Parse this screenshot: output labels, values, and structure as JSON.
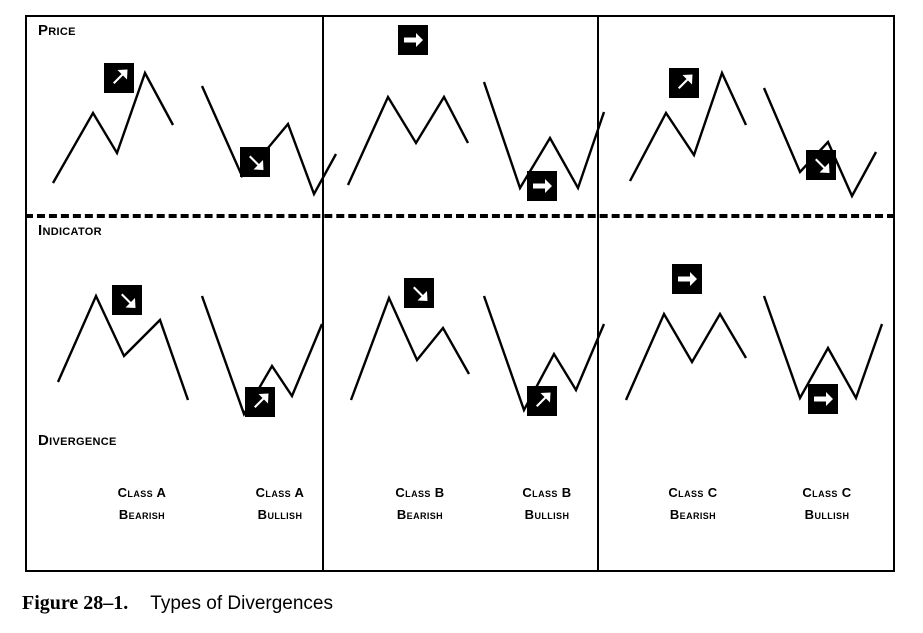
{
  "figure": {
    "number_label": "Figure 28–1.",
    "title": "Types of Divergences"
  },
  "rows": {
    "price_label": "Price",
    "indicator_label": "Indicator",
    "divergence_label": "Divergence"
  },
  "columns": [
    {
      "id": "class-a",
      "cases": [
        {
          "id": "class-a-bearish",
          "line1": "Class A",
          "line2": "Bearish"
        },
        {
          "id": "class-a-bullish",
          "line1": "Class A",
          "line2": "Bullish"
        }
      ]
    },
    {
      "id": "class-b",
      "cases": [
        {
          "id": "class-b-bearish",
          "line1": "Class B",
          "line2": "Bearish"
        },
        {
          "id": "class-b-bullish",
          "line1": "Class B",
          "line2": "Bullish"
        }
      ]
    },
    {
      "id": "class-c",
      "cases": [
        {
          "id": "class-c-bearish",
          "line1": "Class C",
          "line2": "Bearish"
        },
        {
          "id": "class-c-bullish",
          "line1": "Class C",
          "line2": "Bullish"
        }
      ]
    }
  ],
  "chart_data": {
    "type": "line",
    "title": "Types of Divergences",
    "description": "Six paired price/indicator zigzag schematics illustrating Class A, B and C bearish and bullish divergences. Each mini-plot is an unscaled polyline; coordinates are in local cell units (0-150 x, 0-130 y, y increasing downward). Arrow badges mark the slope of the line joining the two relevant swing points.",
    "grid": false,
    "legend": false,
    "axis_visible": false,
    "arrow_semantics": {
      "up-right": "higher high / higher low (rising swing slope)",
      "down-right": "lower high / lower low (falling swing slope)",
      "right": "equal high / equal low (flat swing slope)"
    },
    "panels": [
      {
        "id": "price-class-a-bearish",
        "row": "Price",
        "case": "Class A Bearish",
        "points": [
          [
            8,
            128
          ],
          [
            48,
            58
          ],
          [
            72,
            98
          ],
          [
            100,
            18
          ],
          [
            128,
            70
          ]
        ],
        "arrow": "up-right",
        "arrow_meaning": "price makes a higher high"
      },
      {
        "id": "price-class-a-bullish",
        "row": "Price",
        "case": "Class A Bullish",
        "points": [
          [
            6,
            14
          ],
          [
            46,
            104
          ],
          [
            72,
            76
          ],
          [
            92,
            52
          ],
          [
            118,
            122
          ],
          [
            140,
            82
          ]
        ],
        "arrow": "down-right",
        "arrow_meaning": "price makes a lower low"
      },
      {
        "id": "indicator-class-a-bearish",
        "row": "Indicator",
        "case": "Class A Bearish",
        "points": [
          [
            8,
            110
          ],
          [
            46,
            24
          ],
          [
            74,
            84
          ],
          [
            110,
            48
          ],
          [
            138,
            128
          ]
        ],
        "arrow": "down-right",
        "arrow_meaning": "indicator makes a lower high"
      },
      {
        "id": "indicator-class-a-bullish",
        "row": "Indicator",
        "case": "Class A Bullish",
        "points": [
          [
            6,
            14
          ],
          [
            48,
            132
          ],
          [
            76,
            84
          ],
          [
            96,
            114
          ],
          [
            126,
            42
          ]
        ],
        "arrow": "up-right",
        "arrow_meaning": "indicator makes a higher low"
      },
      {
        "id": "price-class-b-bearish",
        "row": "Price",
        "case": "Class B Bearish",
        "points": [
          [
            6,
            130
          ],
          [
            46,
            42
          ],
          [
            74,
            88
          ],
          [
            102,
            42
          ],
          [
            126,
            88
          ]
        ],
        "arrow": "right",
        "arrow_meaning": "price makes an equal high (double top)"
      },
      {
        "id": "price-class-b-bullish",
        "row": "Price",
        "case": "Class B Bullish",
        "points": [
          [
            6,
            14
          ],
          [
            42,
            120
          ],
          [
            72,
            70
          ],
          [
            100,
            120
          ],
          [
            126,
            44
          ]
        ],
        "arrow": "right",
        "arrow_meaning": "price makes an equal low (double bottom)"
      },
      {
        "id": "indicator-class-b-bearish",
        "row": "Indicator",
        "case": "Class B Bearish",
        "points": [
          [
            6,
            128
          ],
          [
            44,
            26
          ],
          [
            72,
            88
          ],
          [
            98,
            56
          ],
          [
            124,
            102
          ]
        ],
        "arrow": "down-right",
        "arrow_meaning": "indicator makes a lower high"
      },
      {
        "id": "indicator-class-b-bullish",
        "row": "Indicator",
        "case": "Class B Bullish",
        "points": [
          [
            6,
            18
          ],
          [
            46,
            132
          ],
          [
            76,
            76
          ],
          [
            98,
            112
          ],
          [
            126,
            46
          ]
        ],
        "arrow": "up-right",
        "arrow_meaning": "indicator makes a higher low"
      },
      {
        "id": "price-class-c-bearish",
        "row": "Price",
        "case": "Class C Bearish",
        "points": [
          [
            8,
            126
          ],
          [
            44,
            58
          ],
          [
            72,
            100
          ],
          [
            100,
            18
          ],
          [
            124,
            70
          ]
        ],
        "arrow": "up-right",
        "arrow_meaning": "price makes a higher high"
      },
      {
        "id": "price-class-c-bullish",
        "row": "Price",
        "case": "Class C Bullish",
        "points": [
          [
            6,
            16
          ],
          [
            42,
            100
          ],
          [
            70,
            70
          ],
          [
            94,
            124
          ],
          [
            118,
            80
          ]
        ],
        "arrow": "down-right",
        "arrow_meaning": "price makes a lower low"
      },
      {
        "id": "indicator-class-c-bearish",
        "row": "Indicator",
        "case": "Class C Bearish",
        "points": [
          [
            6,
            128
          ],
          [
            44,
            42
          ],
          [
            72,
            90
          ],
          [
            100,
            42
          ],
          [
            126,
            86
          ]
        ],
        "arrow": "right",
        "arrow_meaning": "indicator makes an equal high"
      },
      {
        "id": "indicator-class-c-bullish",
        "row": "Indicator",
        "case": "Class C Bullish",
        "points": [
          [
            6,
            18
          ],
          [
            42,
            120
          ],
          [
            70,
            70
          ],
          [
            98,
            120
          ],
          [
            124,
            46
          ]
        ],
        "arrow": "right",
        "arrow_meaning": "indicator makes an equal low"
      }
    ]
  },
  "colors": {
    "ink": "#000000",
    "paper": "#ffffff",
    "badge_background": "#000000",
    "badge_arrow": "#ffffff"
  }
}
